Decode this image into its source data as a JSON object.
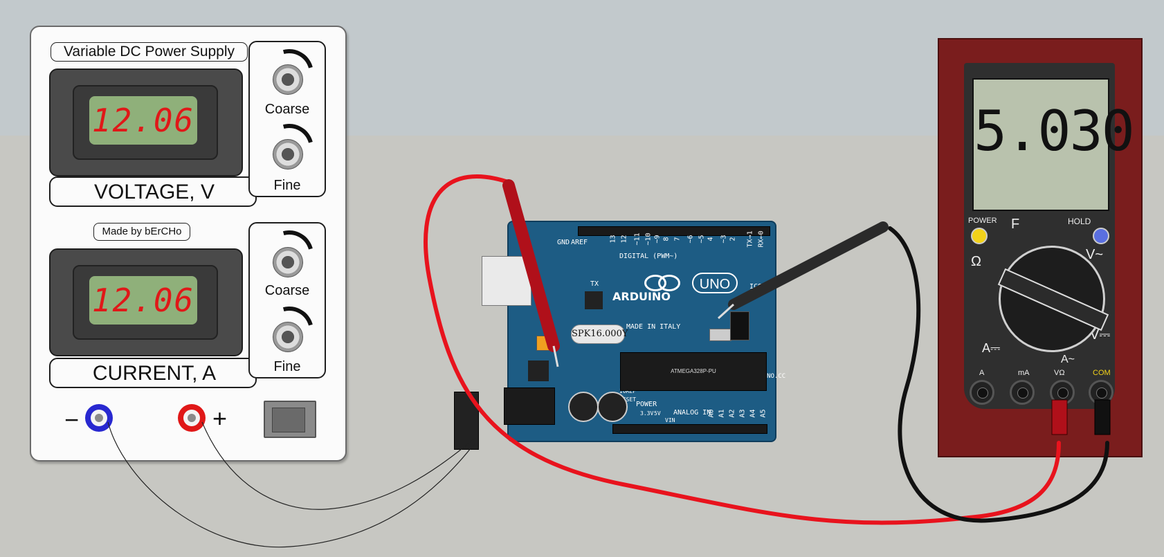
{
  "power_supply": {
    "title": "Variable DC Power Supply",
    "maker": "Made by bErCHo",
    "voltage_display": "12.06",
    "voltage_label": "VOLTAGE, V",
    "current_display": "12.06",
    "current_label": "CURRENT, A",
    "knob_labels": {
      "coarse": "Coarse",
      "fine": "Fine"
    },
    "negative_sign": "−",
    "positive_sign": "+"
  },
  "arduino": {
    "brand": "ARDUINO",
    "model": "UNO",
    "digital_label": "DIGITAL (PWM~)",
    "analog_label": "ANALOG IN",
    "power_label": "POWER",
    "made_in": "MADE IN ITALY",
    "crystal_label": "SPK16.000Y",
    "tx_label": "TX",
    "rx_label": "RX",
    "aref_label": "AREF",
    "gnd_label": "GND",
    "icsp_label": "ICSP",
    "website": "ARDUINO.CC",
    "ioref_label": "IOREF",
    "reset_label": "RESET",
    "v33_label": "3.3V",
    "v5_label": "5V",
    "vin_label": "VIN",
    "chip_label": "ATMEGA328P-PU",
    "digital_pins": [
      "13",
      "12",
      "~11",
      "~10",
      "~9",
      "8",
      "7",
      "~6",
      "~5",
      "4",
      "~3",
      "2",
      "TX→1",
      "RX←0"
    ],
    "analog_pins": [
      "A0",
      "A1",
      "A2",
      "A3",
      "A4",
      "A5"
    ]
  },
  "multimeter": {
    "reading": "5.030",
    "power_label": "POWER",
    "hold_label": "HOLD",
    "dial_labels": [
      "F",
      "Ω",
      "V~",
      "V⎓",
      "A⎓",
      "A~"
    ],
    "ports": [
      "A",
      "mA",
      "VΩ",
      "COM"
    ]
  },
  "colors": {
    "positive_wire": "#e8131d",
    "negative_wire": "#111111",
    "positive_jack": "#e01818",
    "negative_jack": "#2828d0",
    "board": "#1d5c84"
  }
}
